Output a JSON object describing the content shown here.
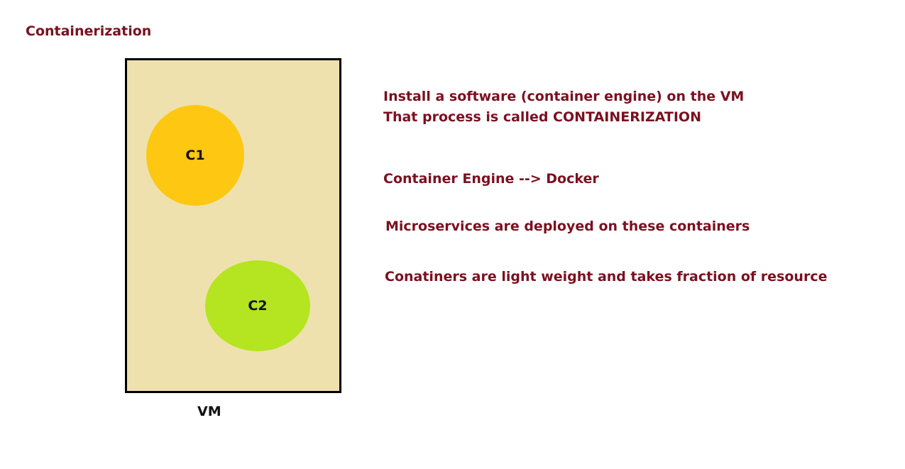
{
  "title": "Containerization",
  "diagram": {
    "vm_label": "VM",
    "containers": [
      {
        "label": "C1",
        "color": "#fdc712"
      },
      {
        "label": "C2",
        "color": "#b5e420"
      }
    ],
    "vm_fill": "#eee1ae"
  },
  "notes": [
    "Install a software (container engine) on the VM",
    "That process is called CONTAINERIZATION",
    "Container Engine --> Docker",
    "Microservices are deployed on these containers",
    "Conatiners are light weight and takes fraction of resource"
  ],
  "colors": {
    "text_accent": "#7b1020"
  }
}
